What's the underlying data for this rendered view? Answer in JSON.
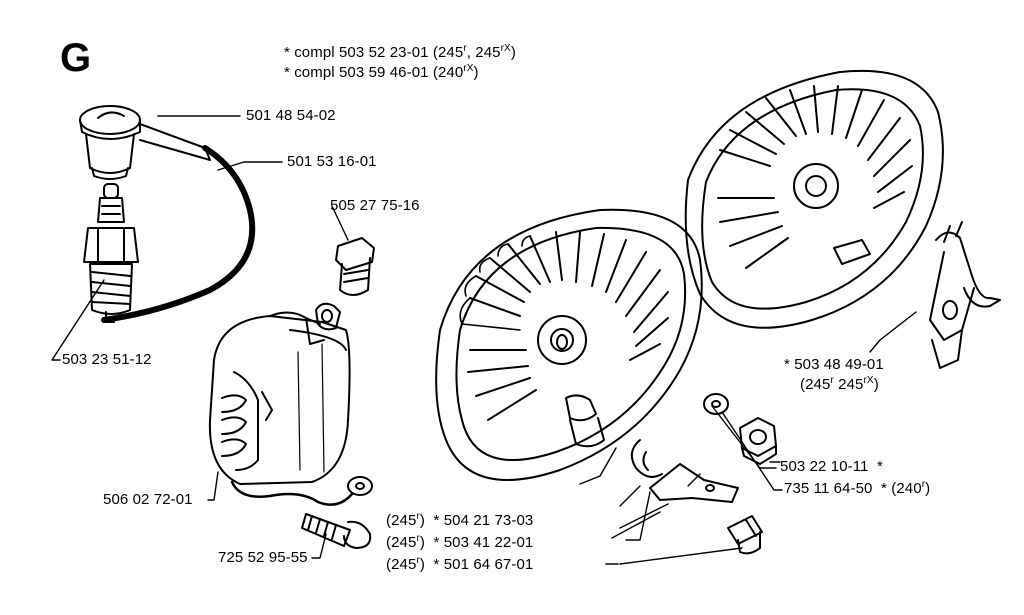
{
  "section_letter": "G",
  "header": {
    "line1": {
      "prefix": "* compl 503 52 23-01 (245",
      "sup_a": "r",
      "mid": ", 245",
      "sup_b": "rX",
      "suffix": ")"
    },
    "line2": {
      "prefix": "* compl 503 59 46-01 (240",
      "sup_a": "rX",
      "suffix": ")"
    }
  },
  "parts": {
    "spark_cap": "501 48 54-02",
    "ignition_cable": "501 53 16-01",
    "terminal": "505 27 75-16",
    "spark_plug": "503 23 51-12",
    "ignition_module": "506 02 72-01",
    "module_screw": "725 52 95-55",
    "flywheel_kit": {
      "number": "* 503 48 49-01",
      "note_prefix": "(245",
      "note_sup_a": "r",
      "note_mid": " 245",
      "note_sup_b": "rX",
      "note_suffix": ")"
    },
    "nut": {
      "number": "503 22 10-11",
      "suffix": "*"
    },
    "washer": {
      "number": "735 11 64-50",
      "suffix": "* (240",
      "sup": "r",
      "close": ")"
    },
    "bracket_rows": [
      {
        "prefix": "(245",
        "sup": "r",
        "close": ")",
        "number": "* 504 21 73-03"
      },
      {
        "prefix": "(245",
        "sup": "r",
        "close": ")",
        "number": "* 503 41 22-01"
      },
      {
        "prefix": "(245",
        "sup": "r",
        "close": ")",
        "number": "* 501 64 67-01"
      }
    ]
  }
}
